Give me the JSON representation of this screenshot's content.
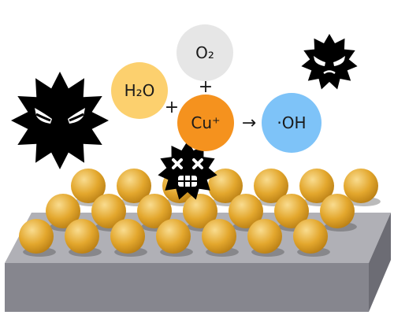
{
  "molecules": {
    "oxygen": "O₂",
    "water": "H₂O",
    "copper_ion": "Cu⁺",
    "hydroxyl_radical": "·OH"
  },
  "operators": {
    "plus_oxygen": "+",
    "plus_water": "+",
    "arrow": "→"
  },
  "colors": {
    "oxygen_bubble": "#e6e6e6",
    "water_bubble": "#fcd06e",
    "copper_bubble": "#f5921e",
    "hydroxyl_bubble": "#7ec3f8",
    "particle": "#e3a72d",
    "surface_top": "#b0b0b6",
    "surface_front": "#86868e",
    "surface_side": "#6c6c74",
    "germ": "#000000"
  },
  "icons": {
    "germs": [
      "angry-germ-icon",
      "small-angry-germ-icon",
      "dead-germ-icon"
    ],
    "surface": "copper-coated-surface"
  }
}
